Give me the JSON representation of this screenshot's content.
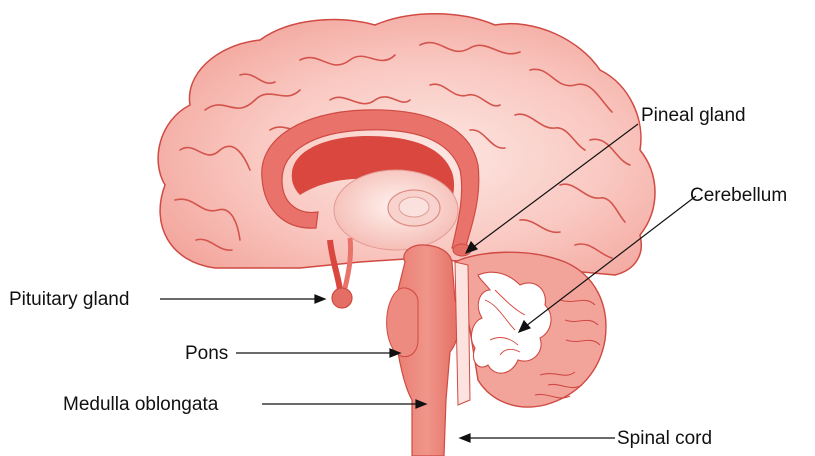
{
  "labels": {
    "pituitary_gland": "Pituitary gland",
    "pons": "Pons",
    "medulla_oblongata": "Medulla oblongata",
    "spinal_cord": "Spinal cord",
    "pineal_gland": "Pineal gland",
    "cerebellum": "Cerebellum"
  },
  "colors": {
    "cortex_fill": "#f6b7b0",
    "cortex_stroke": "#cf4a43",
    "corpus_callosum": "#e9736b",
    "ventricle": "#d9473f",
    "brainstem": "#ec8479",
    "cerebellum": "#f2a49b",
    "leader_line": "#111111"
  }
}
